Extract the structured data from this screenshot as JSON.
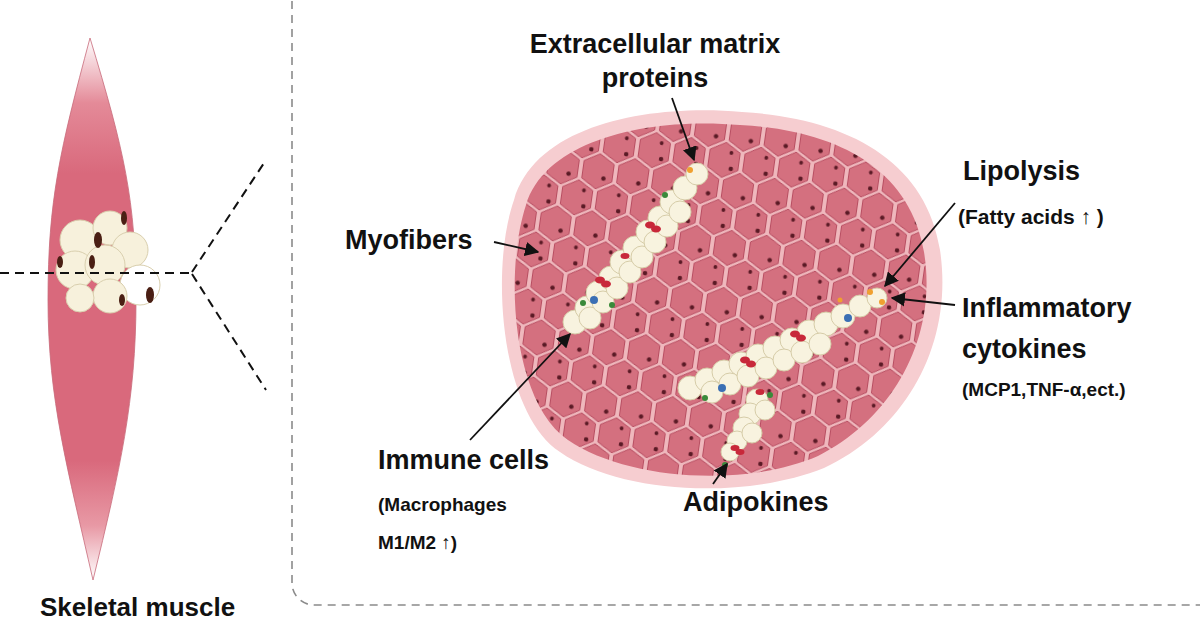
{
  "diagram": {
    "labels": [
      "Extracellular matrix proteins",
      "Myofibers",
      "Lipolysis",
      "(Fatty acids ↑ )",
      "Inflammatory cytokines",
      "(MCP1,TNF-α,ect.)",
      "Immune cells",
      "(Macrophages M1/M2 ↑)",
      "Adipokines",
      "Skeletal muscle"
    ]
  }
}
